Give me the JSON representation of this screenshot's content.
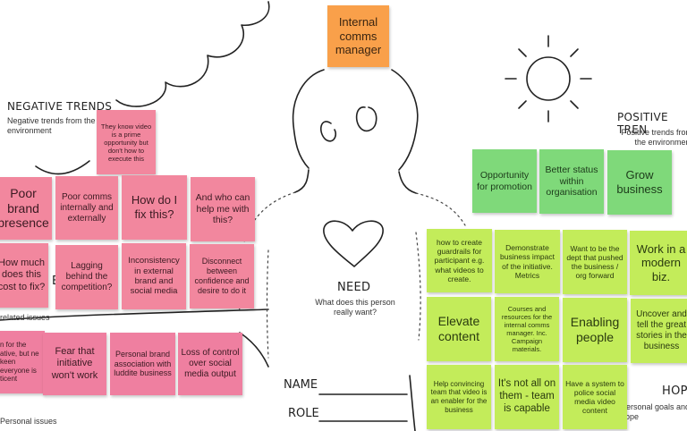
{
  "persona_title": "Internal comms manager",
  "need": {
    "heading": "NEED",
    "question": "What does this person really want?"
  },
  "fields": {
    "name_label": "NAME",
    "role_label": "ROLE"
  },
  "negative": {
    "heading": "NEGATIVE TRENDS",
    "sub": "Negative trends from the environment",
    "related_label": "related issues",
    "personal_label": "Personal issues",
    "cut_char": "E"
  },
  "positive": {
    "heading": "POSITIVE TREN",
    "sub": "Positive trends from the environment"
  },
  "hopes": {
    "heading": "HOPE",
    "sub": "Personal goals and hope"
  },
  "labels": {
    "environment": "environme",
    "tell": "ll"
  },
  "notes": {
    "n1": "They know video is a prime opportunity but don't how to execute this",
    "n2": "Poor brand presence",
    "n3": "Poor comms internally and externally",
    "n4": "How do I fix this?",
    "n5": "And who can help me with this?",
    "n6": "How much does this cost to fix?",
    "n7": "Lagging behind the competition?",
    "n8": "Inconsistency in external brand and social media",
    "n9": "Disconnect between confidence and desire to do it",
    "n10": "n for the ative, but ne keen everyone is ticent",
    "n11": "Fear that initiative won't work",
    "n12": "Personal brand association with luddite business",
    "n13": "Loss of control over social media output",
    "p1": "Opportunity for promotion",
    "p2": "Better status within organisation",
    "p3": "Grow business",
    "l1": "how to create guardrails for participant e.g. what videos to create.",
    "l2": "Demonstrate business impact of the initiative. Metrics",
    "l3": "Want to be the dept that pushed the business / org forward",
    "l4": "Work in a modern biz.",
    "l5": "Elevate content",
    "l6": "Courses and resources for the internal comms manager. Inc. Campaign materials.",
    "l7": "Enabling people",
    "l8": "Uncover and tell the great stories in the business",
    "l9": "Help convincing team that video is an enabler for the business",
    "l10": "It's not all on them - team is capable",
    "l11": "Have a system to police social media video content"
  }
}
